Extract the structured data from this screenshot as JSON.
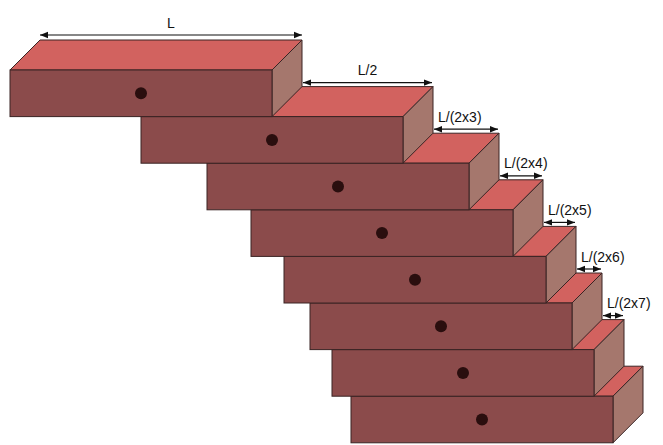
{
  "diagram": {
    "labels": [
      "L",
      "L/2",
      "L/(2x3)",
      "L/(2x4)",
      "L/(2x5)",
      "L/(2x6)",
      "L/(2x7)"
    ]
  }
}
